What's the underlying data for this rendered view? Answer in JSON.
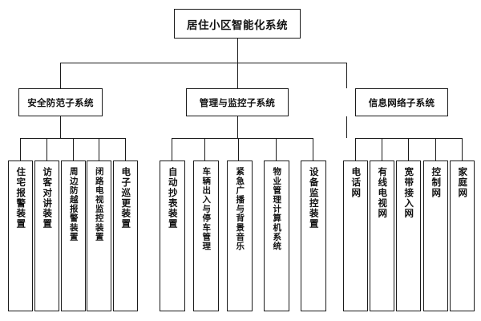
{
  "diagram": {
    "title": "居住小区智能化系统",
    "type": "organizational-tree",
    "levels": 3,
    "colors": {
      "background": "#ffffff",
      "border": "#1b1b1b",
      "text": "#111111"
    },
    "root": {
      "label": "居住小区智能化系统"
    },
    "branches": [
      {
        "label": "安全防范子系统",
        "leaves": [
          {
            "label": "住宅报警装置"
          },
          {
            "label": "访客对讲装置"
          },
          {
            "label": "周边防越报警装置"
          },
          {
            "label": "闭路电视监控装置"
          },
          {
            "label": "电子巡更装置"
          }
        ]
      },
      {
        "label": "管理与监控子系统",
        "leaves": [
          {
            "label": "自动抄表装置"
          },
          {
            "label": "车辆出入与停车管理"
          },
          {
            "label": "紧急广播与背景音乐"
          },
          {
            "label": "物业管理计算机系统"
          },
          {
            "label": "设备监控装置"
          }
        ]
      },
      {
        "label": "信息网络子系统",
        "leaves": [
          {
            "label": "电话网"
          },
          {
            "label": "有线电视网"
          },
          {
            "label": "宽带接入网"
          },
          {
            "label": "控制网"
          },
          {
            "label": "家庭网"
          }
        ]
      }
    ]
  }
}
